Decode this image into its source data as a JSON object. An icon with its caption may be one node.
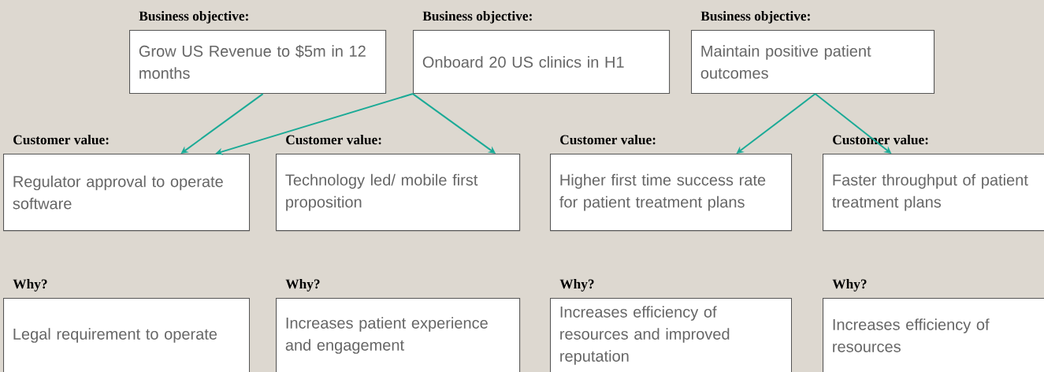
{
  "diagram": {
    "nodes": [
      {
        "text": [
          "Business objective:",
          "Grow US Revenue to $5m in 12 months"
        ]
      },
      {
        "text": [
          "Business objective:",
          "Onboard 20 US clinics in H1"
        ]
      },
      {
        "text": [
          "Business objective:",
          "Maintain positive patient outcomes"
        ]
      },
      {
        "text": [
          "Customer value:",
          "Regulator approval to operate software"
        ]
      },
      {
        "text": [
          "Customer value:",
          "Technology led/ mobile first proposition"
        ]
      },
      {
        "text": [
          "Customer value:",
          "Higher first time success rate for patient treatment plans"
        ]
      },
      {
        "text": [
          "Customer value:",
          "Faster throughput of patient treatment plans"
        ]
      },
      {
        "text": [
          "Why?",
          "Legal requirement to operate"
        ]
      },
      {
        "text": [
          "Why?",
          "Increases patient experience and engagement"
        ]
      },
      {
        "text": [
          "Why?",
          "Increases efficiency of resources and improved reputation"
        ]
      },
      {
        "text": [
          "Why?",
          "Increases efficiency of resources"
        ]
      }
    ],
    "edges": [
      {
        "from": 0,
        "to": 3,
        "arrow": "to"
      },
      {
        "from": 1,
        "to": 3,
        "arrow": "to"
      },
      {
        "from": 1,
        "to": 4,
        "arrow": "to"
      },
      {
        "from": 2,
        "to": 5,
        "arrow": "to"
      },
      {
        "from": 2,
        "to": 6,
        "arrow": "to"
      }
    ]
  }
}
